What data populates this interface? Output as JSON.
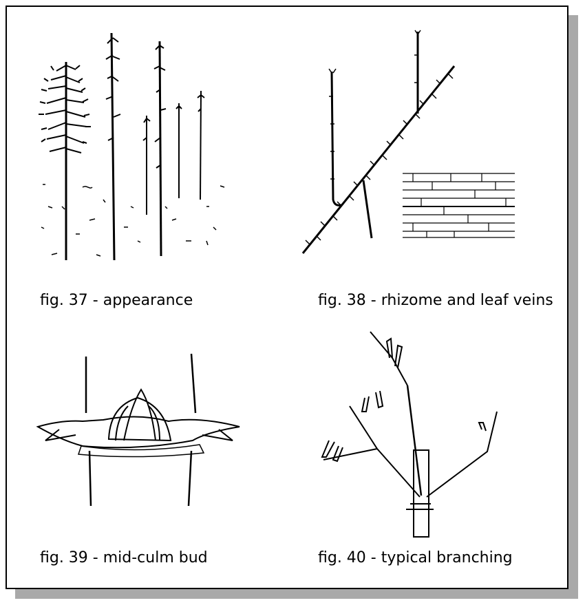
{
  "figures": [
    {
      "number": "fig. 37",
      "caption": "fig. 37 - appearance"
    },
    {
      "number": "fig. 38",
      "caption": "fig. 38 - rhizome and leaf veins"
    },
    {
      "number": "fig. 39",
      "caption": "fig. 39 - mid-culm bud"
    },
    {
      "number": "fig. 40",
      "caption": "fig. 40 - typical branching"
    }
  ],
  "colors": {
    "ink": "#000000",
    "paper": "#ffffff",
    "shadow": "#a9a9a9"
  }
}
